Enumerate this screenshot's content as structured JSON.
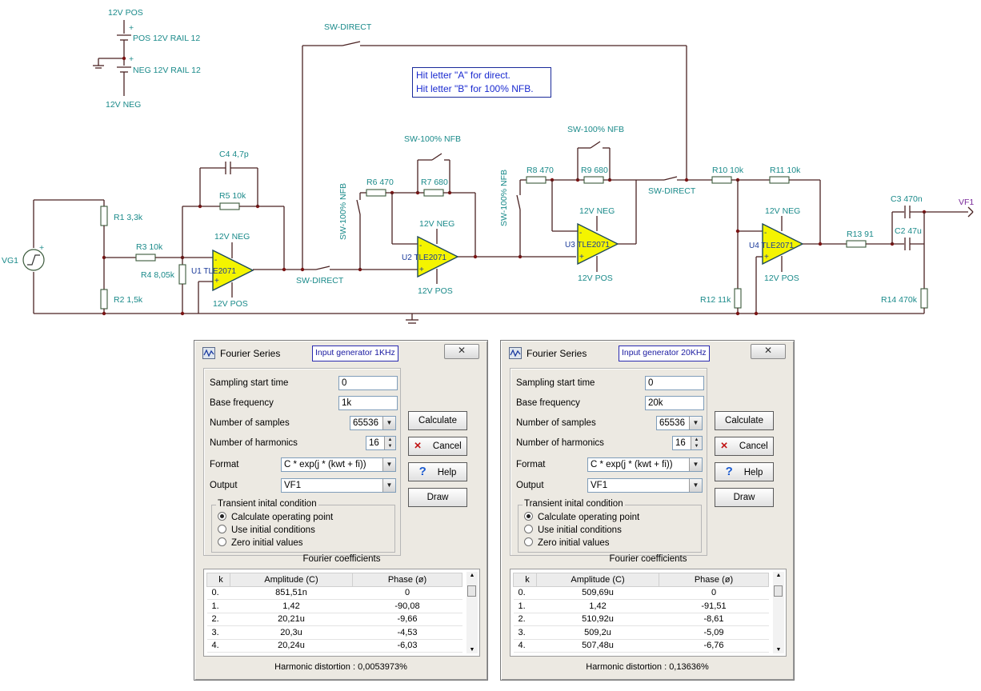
{
  "schematic": {
    "labels": {
      "pos_rail_name": "12V POS",
      "pos_rail_batt": "POS 12V RAIL 12",
      "neg_rail_batt": "NEG 12V RAIL 12",
      "neg_rail_name": "12V NEG",
      "sw_direct_top": "SW-DIRECT",
      "vg1": "VG1",
      "r1": "R1 3,3k",
      "r2": "R2 1,5k",
      "r3": "R3 10k",
      "r4": "R4 8,05k",
      "c4": "C4 4,7p",
      "r5": "R5 10k",
      "u1": "U1 TLE2071",
      "u1_neg": "12V NEG",
      "u1_pos": "12V POS",
      "sw_direct_mid": "SW-DIRECT",
      "sw_nfb_u2_vert": "SW-100% NFB",
      "sw_nfb_u2_top": "SW-100% NFB",
      "r6": "R6 470",
      "r7": "R7 680",
      "u2": "U2 TLE2071",
      "u2_neg": "12V NEG",
      "u2_pos": "12V POS",
      "sw_nfb_u3_vert": "SW-100% NFB",
      "sw_nfb_u3_top": "SW-100% NFB",
      "r8": "R8 470",
      "r9": "R9 680",
      "u3": "U3 TLE2071",
      "u3_neg": "12V NEG",
      "u3_pos": "12V POS",
      "sw_direct_right": "SW-DIRECT",
      "r10": "R10 10k",
      "r11": "R11 10k",
      "u4": "U4 TLE2071",
      "u4_neg": "12V NEG",
      "u4_pos": "12V POS",
      "r12": "R12 11k",
      "r13": "R13 91",
      "c3": "C3 470n",
      "c2": "C2 47u",
      "r14": "R14 470k",
      "vf1": "VF1"
    },
    "note_lines": [
      "Hit letter \"A\" for direct.",
      "Hit letter \"B\"  for 100% NFB."
    ]
  },
  "dialogs": [
    {
      "title": "Fourier Series",
      "subtitle": "Input generator 1KHz",
      "close": "✕",
      "sampling_start_label": "Sampling start time",
      "sampling_start_value": "0",
      "base_freq_label": "Base frequency",
      "base_freq_value": "1k",
      "samples_label": "Number of samples",
      "samples_value": "65536",
      "harmonics_label": "Number of harmonics",
      "harmonics_value": "16",
      "format_label": "Format",
      "format_value": "C * exp(j * (kwt + fi))",
      "output_label": "Output",
      "output_value": "VF1",
      "group_title": "Transient inital condition",
      "radio_1": "Calculate operating point",
      "radio_2": "Use initial conditions",
      "radio_3": "Zero initial values",
      "btn_calculate": "Calculate",
      "btn_cancel": "Cancel",
      "btn_help": "Help",
      "btn_draw": "Draw",
      "coef_title": "Fourier coefficients",
      "col_k": "k",
      "col_amp": "Amplitude (C)",
      "col_phase": "Phase (ø)",
      "rows": [
        {
          "k": "0.",
          "amp": "851,51n",
          "phase": "0"
        },
        {
          "k": "1.",
          "amp": "1,42",
          "phase": "-90,08"
        },
        {
          "k": "2.",
          "amp": "20,21u",
          "phase": "-9,66"
        },
        {
          "k": "3.",
          "amp": "20,3u",
          "phase": "-4,53"
        },
        {
          "k": "4.",
          "amp": "20,24u",
          "phase": "-6,03"
        }
      ],
      "hd_label": "Harmonic distortion :",
      "hd_value": "0,0053973%"
    },
    {
      "title": "Fourier Series",
      "subtitle": "Input generator 20KHz",
      "close": "✕",
      "sampling_start_label": "Sampling start time",
      "sampling_start_value": "0",
      "base_freq_label": "Base frequency",
      "base_freq_value": "20k",
      "samples_label": "Number of samples",
      "samples_value": "65536",
      "harmonics_label": "Number of harmonics",
      "harmonics_value": "16",
      "format_label": "Format",
      "format_value": "C * exp(j * (kwt + fi))",
      "output_label": "Output",
      "output_value": "VF1",
      "group_title": "Transient inital condition",
      "radio_1": "Calculate operating point",
      "radio_2": "Use initial conditions",
      "radio_3": "Zero initial values",
      "btn_calculate": "Calculate",
      "btn_cancel": "Cancel",
      "btn_help": "Help",
      "btn_draw": "Draw",
      "coef_title": "Fourier coefficients",
      "col_k": "k",
      "col_amp": "Amplitude (C)",
      "col_phase": "Phase (ø)",
      "rows": [
        {
          "k": "0.",
          "amp": "509,69u",
          "phase": "0"
        },
        {
          "k": "1.",
          "amp": "1,42",
          "phase": "-91,51"
        },
        {
          "k": "2.",
          "amp": "510,92u",
          "phase": "-8,61"
        },
        {
          "k": "3.",
          "amp": "509,2u",
          "phase": "-5,09"
        },
        {
          "k": "4.",
          "amp": "507,48u",
          "phase": "-6,76"
        }
      ],
      "hd_label": "Harmonic distortion :",
      "hd_value": "0,13636%"
    }
  ]
}
